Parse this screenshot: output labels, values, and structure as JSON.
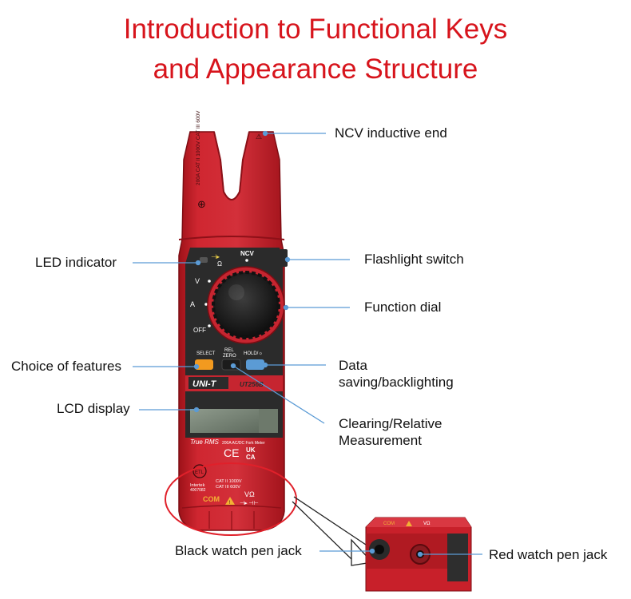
{
  "title": {
    "line1": "Introduction to Functional Keys",
    "line2": "and Appearance Structure"
  },
  "callouts": {
    "ncv": "NCV inductive end",
    "led": "LED indicator",
    "flashlight": "Flashlight switch",
    "dial": "Function dial",
    "features": "Choice of features",
    "data_line1": "Data",
    "data_line2": "saving/backlighting",
    "lcd": "LCD display",
    "clearing_line1": "Clearing/Relative",
    "clearing_line2": "Measurement",
    "black_jack": "Black watch pen jack",
    "red_jack": "Red watch pen jack"
  },
  "device": {
    "brand": "UNI-T",
    "model": "UT256B",
    "spec_jaw": "200A CAT II 1000V CAT III 600V",
    "ncv": "NCV",
    "dial_v": "V",
    "dial_a": "A",
    "dial_off": "OFF",
    "btn_select": "SELECT",
    "btn_rel_line1": "REL",
    "btn_rel_line2": "ZERO",
    "btn_hold": "HOLD/☼",
    "true_rms": "True RMS",
    "desc": "200A AC/DC Fork Meter",
    "ce": "CE",
    "ukca_1": "UK",
    "ukca_2": "CA",
    "intertek": "Intertek",
    "cert_no": "4007082",
    "cat_line1": "CAT II 1000V",
    "cat_line2": "CAT III 600V",
    "com": "COM",
    "v_ohm": "VΩ"
  },
  "colors": {
    "title": "#d7141c",
    "body": "#c8202a",
    "panel": "#2b2b2b",
    "select_button": "#f29a1f",
    "hold_button": "#5b9bd5",
    "leader": "#5b9bd5",
    "highlight": "#e0202a"
  },
  "icons": [
    "warning-icon",
    "diode-icon",
    "fuse-icon"
  ]
}
